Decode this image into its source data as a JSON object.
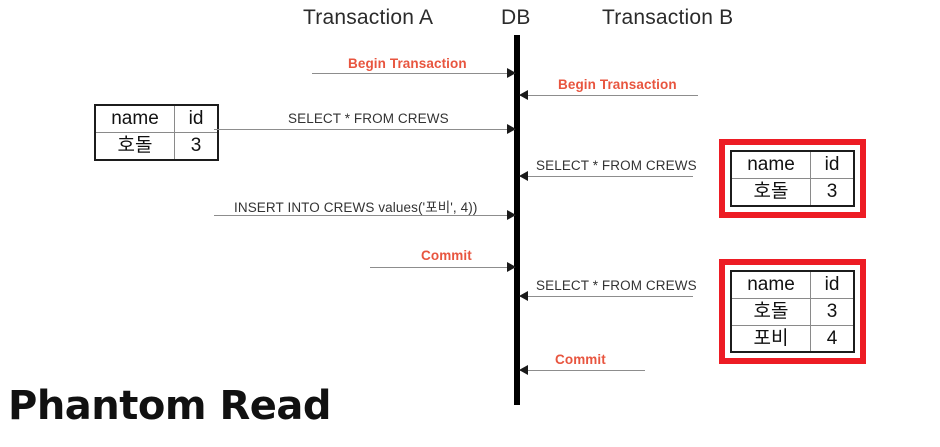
{
  "diagram": {
    "caption": "Phantom Read",
    "columns": {
      "transaction_a": "Transaction A",
      "db": "DB",
      "transaction_b": "Transaction B"
    },
    "colors": {
      "command_red": "#e8553f",
      "highlight_red": "#ed1c24",
      "lifeline_black": "#000000",
      "arrow_shaft_gray": "#8d8d8d",
      "sql_text": "#333333"
    },
    "messages": [
      {
        "label": "Begin Transaction",
        "kind": "command",
        "side": "a",
        "direction": "to-db"
      },
      {
        "label": "Begin Transaction",
        "kind": "command",
        "side": "b",
        "direction": "to-db"
      },
      {
        "label": "SELECT * FROM CREWS",
        "kind": "sql",
        "side": "a",
        "direction": "to-db"
      },
      {
        "label": "SELECT * FROM CREWS",
        "kind": "sql",
        "side": "b",
        "direction": "to-db"
      },
      {
        "label": "INSERT INTO CREWS values('포비', 4))",
        "kind": "sql",
        "side": "a",
        "direction": "to-db"
      },
      {
        "label": "Commit",
        "kind": "command",
        "side": "a",
        "direction": "to-db"
      },
      {
        "label": "SELECT * FROM CREWS",
        "kind": "sql",
        "side": "b",
        "direction": "to-db"
      },
      {
        "label": "Commit",
        "kind": "command",
        "side": "b",
        "direction": "to-db"
      }
    ],
    "tables": {
      "initial_a": {
        "headers": [
          "name",
          "id"
        ],
        "rows": [
          [
            "호돌",
            "3"
          ]
        ],
        "highlighted": false
      },
      "first_read_b": {
        "headers": [
          "name",
          "id"
        ],
        "rows": [
          [
            "호돌",
            "3"
          ]
        ],
        "highlighted": true
      },
      "second_read_b": {
        "headers": [
          "name",
          "id"
        ],
        "rows": [
          [
            "호돌",
            "3"
          ],
          [
            "포비",
            "4"
          ]
        ],
        "highlighted": true
      }
    }
  }
}
